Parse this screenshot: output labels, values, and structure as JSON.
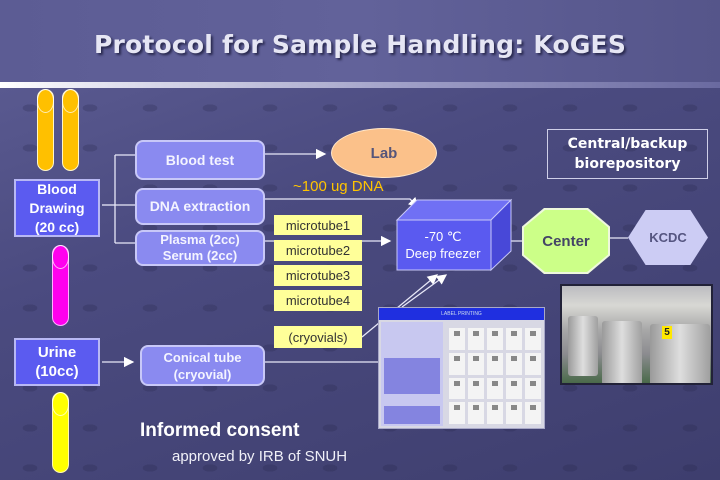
{
  "slide": {
    "title": "Protocol for Sample Handling: KoGES"
  },
  "colors": {
    "background": "#4b4b80",
    "source_box": "#5b5bf0",
    "process_box": "#8a8af0",
    "lab": "#fbc18a",
    "center": "#ccff88",
    "kcdc": "#ccccf4",
    "microtube": "#ffff99",
    "dna_note": "#ffc400",
    "blood_tube": "#ffc000",
    "urine_tube_pink": "#ff00ee",
    "urine_tube_yellow": "#ffff00"
  },
  "sources": {
    "blood": "Blood\nDrawing\n(20 cc)",
    "urine": "Urine\n(10cc)"
  },
  "processes": {
    "blood_test": "Blood test",
    "dna_extraction": "DNA extraction",
    "plasma_serum": "Plasma (2cc)\nSerum (2cc)",
    "conical_tube": "Conical tube\n(cryovial)"
  },
  "lab": "Lab",
  "dna_note": "~100 ug DNA",
  "microtubes": [
    "microtube1",
    "microtube2",
    "microtube3",
    "microtube4"
  ],
  "cryovials": "(cryovials)",
  "freezer": {
    "temperature": "-70 ℃",
    "label": "Deep freezer"
  },
  "repository": "Central/backup\nbiorepository",
  "center": "Center",
  "kcdc": "KCDC",
  "label_software": {
    "window_title": "LABEL PRINTING"
  },
  "consent": {
    "heading": "Informed consent",
    "approval": "approved by IRB of SNUH"
  }
}
